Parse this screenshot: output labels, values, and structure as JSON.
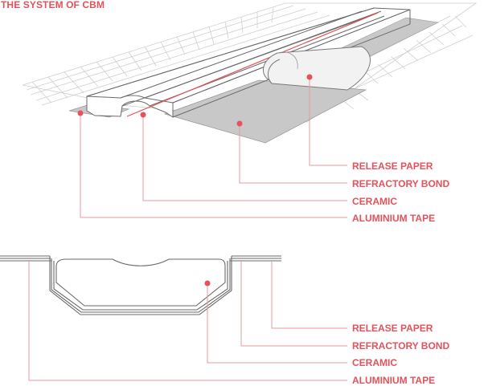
{
  "title": "THE SYSTEM OF CBM",
  "top_labels": {
    "release_paper": "RELEASE PAPER",
    "refractory_bond": "REFRACTORY BOND",
    "ceramic": "CERAMIC",
    "aluminium_tape": "ALUMINIUM TAPE"
  },
  "bottom_labels": {
    "release_paper": "RELEASE PAPER",
    "refractory_bond": "REFRACTORY BOND",
    "ceramic": "CERAMIC",
    "aluminium_tape": "ALUMINIUM TAPE"
  },
  "colors": {
    "accent": "#e4525b",
    "leader": "#e89aa0",
    "bond_fill": "#c8c8c8",
    "outline": "#6a6a6a"
  }
}
